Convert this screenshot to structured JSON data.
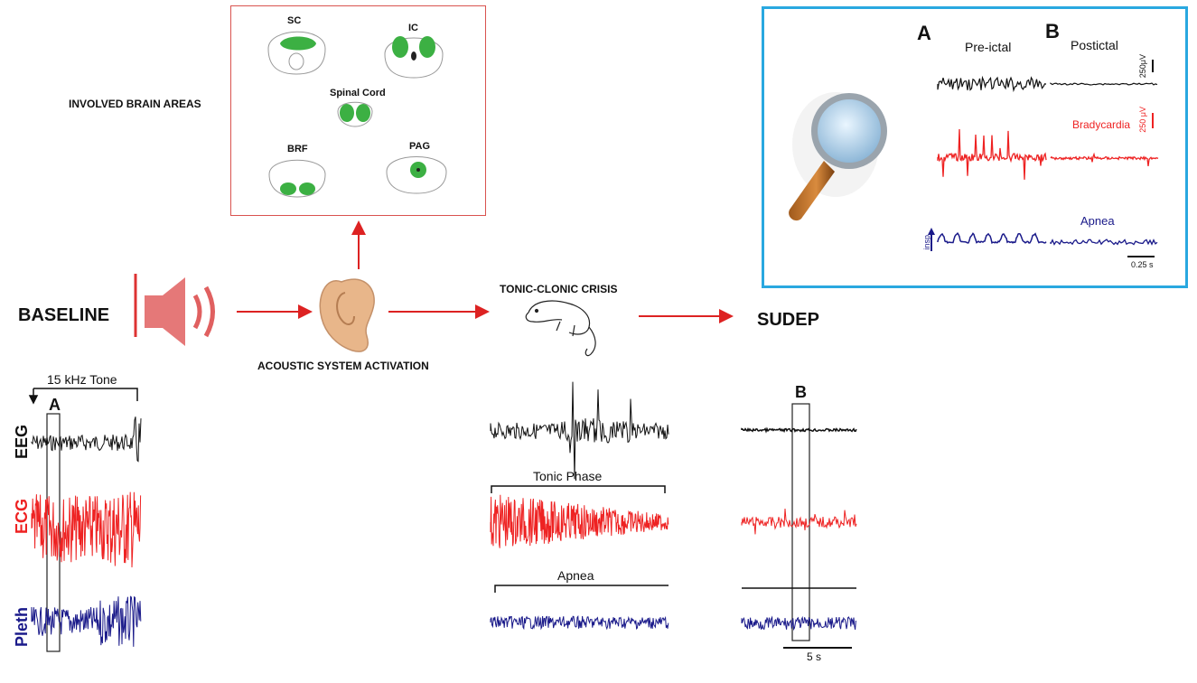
{
  "labels": {
    "baseline": "BASELINE",
    "involved_brain_areas": "INVOLVED BRAIN AREAS",
    "acoustic_activation": "ACOUSTIC SYSTEM ACTIVATION",
    "tonic_clonic": "TONIC-CLONIC CRISIS",
    "sudep": "SUDEP",
    "tone": "15 kHz Tone",
    "marker_a": "A",
    "marker_b": "B",
    "tonic_phase": "Tonic Phase",
    "apnea": "Apnea",
    "scale_5s": "5 s"
  },
  "brain_areas": {
    "sc": "SC",
    "ic": "IC",
    "spinal_cord": "Spinal Cord",
    "brf": "BRF",
    "pag": "PAG"
  },
  "traces": {
    "eeg": "EEG",
    "ecg": "ECG",
    "pleth": "Pleth"
  },
  "inset": {
    "a": "A",
    "b": "B",
    "pre_ictal": "Pre-ictal",
    "postictal": "Postictal",
    "scale_250uv_black": "250μV",
    "scale_250uv_red": "250 μV",
    "bradycardia": "Bradycardia",
    "apnea": "Apnea",
    "insp": "insp",
    "scale_025s": "0.25 s"
  },
  "colors": {
    "eeg": "#111111",
    "ecg": "#ee2222",
    "pleth": "#1a1a8a",
    "arrow": "#dd2222",
    "inset_border": "#29a8e0",
    "brain_green": "#3cb043",
    "speaker": "#e06060",
    "ear": "#e8b68a"
  }
}
